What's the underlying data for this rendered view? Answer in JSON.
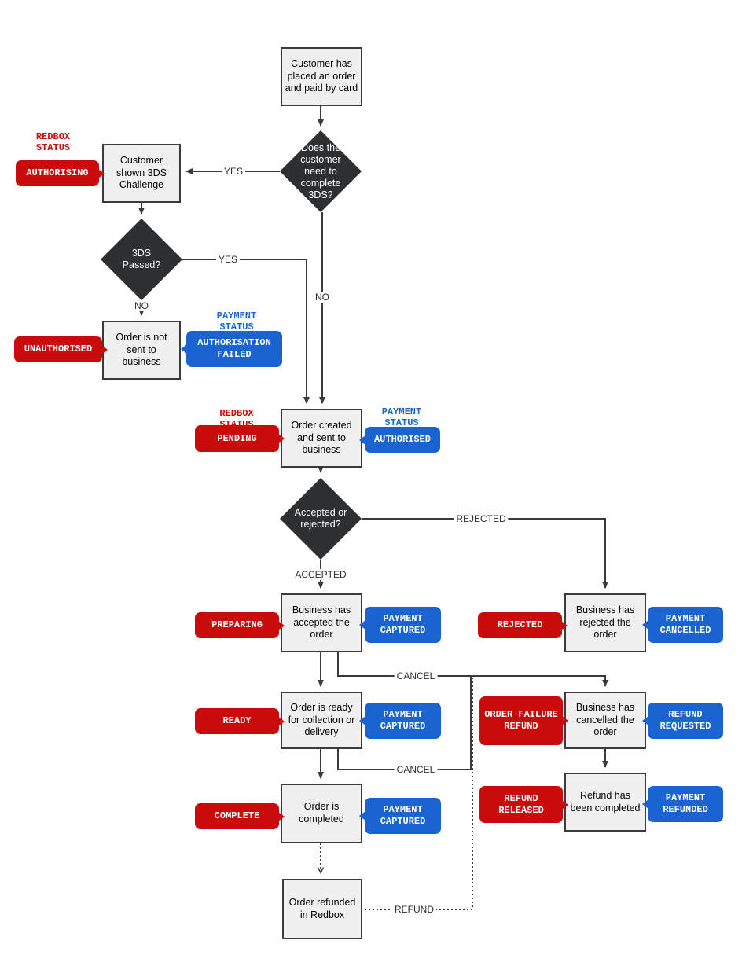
{
  "colors": {
    "redbox_status_red": "#c90b0b",
    "payment_status_blue": "#1a64d2",
    "decision_diamond_fill": "#2e2f30",
    "process_box_fill": "#f0f0f0",
    "line_color": "#3b3b3b"
  },
  "nodes": {
    "customer_placed": "Customer has placed an order and paid by card",
    "needs_3ds": "Does the customer need to complete 3DS?",
    "shown_3ds": "Customer shown 3DS Challenge",
    "passed_3ds": "3DS Passed?",
    "not_sent": "Order is not sent to business",
    "order_created": "Order created and sent to business",
    "accepted_or_rejected": "Accepted or rejected?",
    "business_accepted": "Business has accepted the order",
    "business_rejected": "Business has rejected the order",
    "order_ready": "Order is ready for collection or delivery",
    "business_cancelled": "Business has cancelled the order",
    "order_completed": "Order is completed",
    "refund_completed": "Refund has been completed",
    "order_refunded": "Order refunded in Redbox"
  },
  "headers": {
    "redbox_status": "REDBOX\nSTATUS",
    "payment_status": "PAYMENT\nSTATUS"
  },
  "badges": {
    "authorising": "AUTHORISING",
    "unauthorised": "UNAUTHORISED",
    "pending": "PENDING",
    "preparing": "PREPARING",
    "rejected": "REJECTED",
    "ready": "READY",
    "order_failure_refund": "ORDER FAILURE REFUND",
    "complete": "COMPLETE",
    "refund_released": "REFUND RELEASED",
    "authorisation_failed": "AUTHORISATION FAILED",
    "authorised": "AUTHORISED",
    "payment_captured": "PAYMENT CAPTURED",
    "payment_cancelled": "PAYMENT CANCELLED",
    "refund_requested": "REFUND REQUESTED",
    "payment_refunded": "PAYMENT REFUNDED"
  },
  "edge_labels": {
    "yes_needs_3ds": "YES",
    "yes_passed_3ds": "YES",
    "no_passed_3ds": "NO",
    "no_needs_3ds": "NO",
    "rejected": "REJECTED",
    "accepted": "ACCEPTED",
    "cancel_from_accepted": "CANCEL",
    "cancel_from_ready": "CANCEL",
    "refund": "REFUND"
  }
}
